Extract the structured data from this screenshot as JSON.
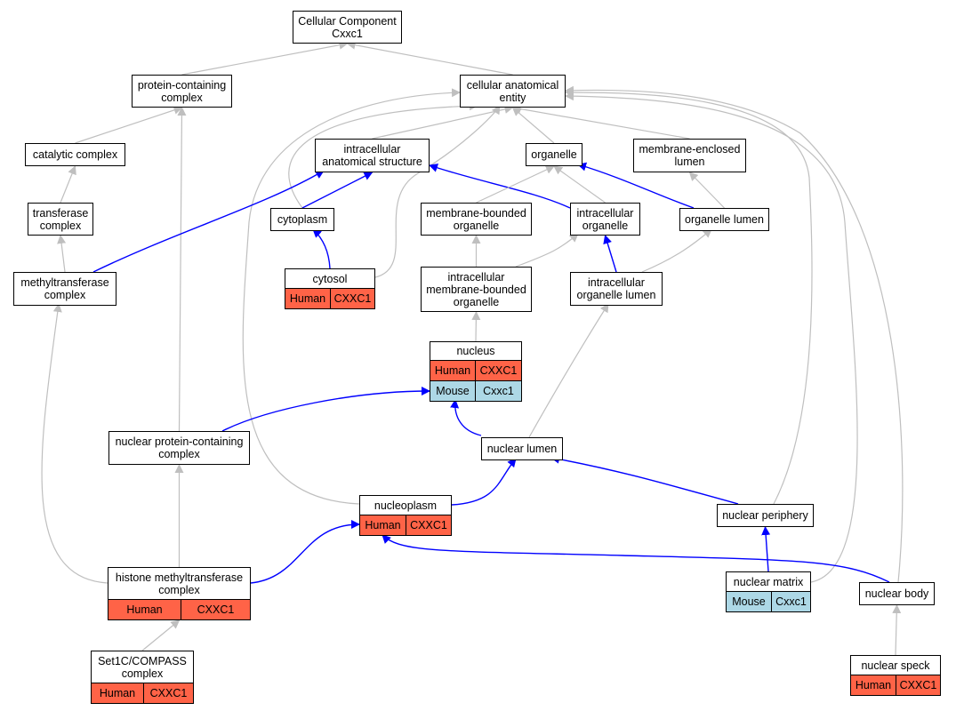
{
  "colors": {
    "edge_default": "#bfbfbf",
    "edge_highlight": "#0000ff",
    "human_row": "#ff6347",
    "mouse_row": "#add8e6"
  },
  "nodes": {
    "root": {
      "label": "Cellular Component\nCxxc1"
    },
    "protein_containing_complex": {
      "label": "protein-containing\ncomplex"
    },
    "cellular_anatomical_entity": {
      "label": "cellular anatomical\nentity"
    },
    "catalytic_complex": {
      "label": "catalytic complex"
    },
    "intracellular_anatomical_structure": {
      "label": "intracellular\nanatomical structure"
    },
    "organelle": {
      "label": "organelle"
    },
    "membrane_enclosed_lumen": {
      "label": "membrane-enclosed\nlumen"
    },
    "transferase_complex": {
      "label": "transferase\ncomplex"
    },
    "cytoplasm": {
      "label": "cytoplasm"
    },
    "membrane_bounded_organelle": {
      "label": "membrane-bounded\norganelle"
    },
    "intracellular_organelle": {
      "label": "intracellular\norganelle"
    },
    "organelle_lumen": {
      "label": "organelle lumen"
    },
    "methyltransferase_complex": {
      "label": "methyltransferase\ncomplex"
    },
    "cytosol": {
      "label": "cytosol",
      "species": [
        {
          "name": "Human",
          "gene": "CXXC1"
        }
      ]
    },
    "intracellular_membrane_bounded_organelle": {
      "label": "intracellular\nmembrane-bounded\norganelle"
    },
    "intracellular_organelle_lumen": {
      "label": "intracellular\norganelle lumen"
    },
    "nucleus": {
      "label": "nucleus",
      "species": [
        {
          "name": "Human",
          "gene": "CXXC1"
        },
        {
          "name": "Mouse",
          "gene": "Cxxc1"
        }
      ]
    },
    "nuclear_protein_containing_complex": {
      "label": "nuclear protein-containing\ncomplex"
    },
    "nuclear_lumen": {
      "label": "nuclear lumen"
    },
    "nucleoplasm": {
      "label": "nucleoplasm",
      "species": [
        {
          "name": "Human",
          "gene": "CXXC1"
        }
      ]
    },
    "nuclear_periphery": {
      "label": "nuclear periphery"
    },
    "histone_methyltransferase_complex": {
      "label": "histone methyltransferase\ncomplex",
      "species": [
        {
          "name": "Human",
          "gene": "CXXC1"
        }
      ]
    },
    "nuclear_matrix": {
      "label": "nuclear matrix",
      "species": [
        {
          "name": "Mouse",
          "gene": "Cxxc1"
        }
      ]
    },
    "nuclear_body": {
      "label": "nuclear body"
    },
    "set1c_compass_complex": {
      "label": "Set1C/COMPASS\ncomplex",
      "species": [
        {
          "name": "Human",
          "gene": "CXXC1"
        }
      ]
    },
    "nuclear_speck": {
      "label": "nuclear speck",
      "species": [
        {
          "name": "Human",
          "gene": "CXXC1"
        }
      ]
    }
  },
  "edges": [
    {
      "from": "protein_containing_complex",
      "to": "root",
      "highlight": false
    },
    {
      "from": "cellular_anatomical_entity",
      "to": "root",
      "highlight": false
    },
    {
      "from": "catalytic_complex",
      "to": "protein_containing_complex",
      "highlight": false
    },
    {
      "from": "nuclear_protein_containing_complex",
      "to": "protein_containing_complex",
      "highlight": false
    },
    {
      "from": "transferase_complex",
      "to": "catalytic_complex",
      "highlight": false
    },
    {
      "from": "methyltransferase_complex",
      "to": "transferase_complex",
      "highlight": false
    },
    {
      "from": "histone_methyltransferase_complex",
      "to": "methyltransferase_complex",
      "highlight": false
    },
    {
      "from": "histone_methyltransferase_complex",
      "to": "nuclear_protein_containing_complex",
      "highlight": false
    },
    {
      "from": "set1c_compass_complex",
      "to": "histone_methyltransferase_complex",
      "highlight": false
    },
    {
      "from": "intracellular_anatomical_structure",
      "to": "cellular_anatomical_entity",
      "highlight": false
    },
    {
      "from": "organelle",
      "to": "cellular_anatomical_entity",
      "highlight": false
    },
    {
      "from": "membrane_enclosed_lumen",
      "to": "cellular_anatomical_entity",
      "highlight": false
    },
    {
      "from": "cytoplasm",
      "to": "cellular_anatomical_entity",
      "highlight": false
    },
    {
      "from": "cytosol",
      "to": "cellular_anatomical_entity",
      "highlight": false
    },
    {
      "from": "nucleoplasm",
      "to": "cellular_anatomical_entity",
      "highlight": false
    },
    {
      "from": "nuclear_periphery",
      "to": "cellular_anatomical_entity",
      "highlight": false
    },
    {
      "from": "nuclear_matrix",
      "to": "cellular_anatomical_entity",
      "highlight": false
    },
    {
      "from": "nuclear_body",
      "to": "cellular_anatomical_entity",
      "highlight": false
    },
    {
      "from": "methyltransferase_complex",
      "to": "intracellular_anatomical_structure",
      "highlight": true
    },
    {
      "from": "cytoplasm",
      "to": "intracellular_anatomical_structure",
      "highlight": true
    },
    {
      "from": "intracellular_organelle",
      "to": "intracellular_anatomical_structure",
      "highlight": true
    },
    {
      "from": "cytosol",
      "to": "cytoplasm",
      "highlight": true
    },
    {
      "from": "membrane_bounded_organelle",
      "to": "organelle",
      "highlight": false
    },
    {
      "from": "intracellular_organelle",
      "to": "organelle",
      "highlight": false
    },
    {
      "from": "organelle_lumen",
      "to": "organelle",
      "highlight": true
    },
    {
      "from": "organelle_lumen",
      "to": "membrane_enclosed_lumen",
      "highlight": false
    },
    {
      "from": "intracellular_membrane_bounded_organelle",
      "to": "membrane_bounded_organelle",
      "highlight": false
    },
    {
      "from": "intracellular_membrane_bounded_organelle",
      "to": "intracellular_organelle",
      "highlight": false
    },
    {
      "from": "intracellular_organelle_lumen",
      "to": "intracellular_organelle",
      "highlight": true
    },
    {
      "from": "intracellular_organelle_lumen",
      "to": "organelle_lumen",
      "highlight": false
    },
    {
      "from": "nucleus",
      "to": "intracellular_membrane_bounded_organelle",
      "highlight": false
    },
    {
      "from": "nuclear_protein_containing_complex",
      "to": "nucleus",
      "highlight": true
    },
    {
      "from": "nuclear_lumen",
      "to": "nucleus",
      "highlight": true
    },
    {
      "from": "nuclear_lumen",
      "to": "intracellular_organelle_lumen",
      "highlight": false
    },
    {
      "from": "nucleoplasm",
      "to": "nuclear_lumen",
      "highlight": true
    },
    {
      "from": "nuclear_periphery",
      "to": "nuclear_lumen",
      "highlight": true
    },
    {
      "from": "histone_methyltransferase_complex",
      "to": "nucleoplasm",
      "highlight": true
    },
    {
      "from": "nuclear_body",
      "to": "nucleoplasm",
      "highlight": true
    },
    {
      "from": "nuclear_matrix",
      "to": "nuclear_periphery",
      "highlight": true
    },
    {
      "from": "nuclear_speck",
      "to": "nuclear_body",
      "highlight": false
    }
  ]
}
